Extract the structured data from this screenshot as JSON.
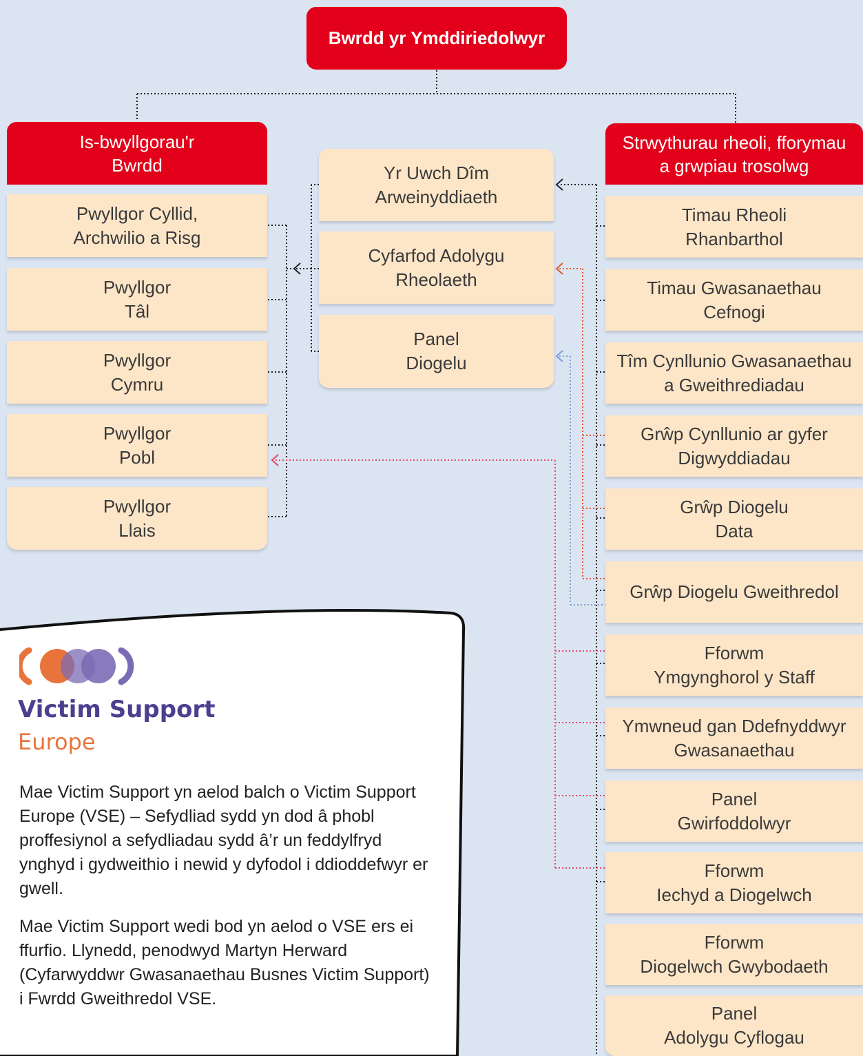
{
  "root": "Bwrdd yr Ymddiriedolwyr",
  "left_header": "Is-bwyllgorau'r\nBwrdd",
  "left_items": [
    "Pwyllgor Cyllid,\nArchwilio a Risg",
    "Pwyllgor\nTâl",
    "Pwyllgor\nCymru",
    "Pwyllgor\nPobl",
    "Pwyllgor\nLlais"
  ],
  "middle_items": [
    "Yr Uwch Dîm\nArweinyddiaeth",
    "Cyfarfod Adolygu\nRheolaeth",
    "Panel\nDiogelu"
  ],
  "right_header": "Strwythurau rheoli, fforymau\na grwpiau trosolwg",
  "right_items": [
    "Timau Rheoli\nRhanbarthol",
    "Timau Gwasanaethau\nCefnogi",
    "Tîm Cynllunio Gwasanaethau\na Gweithrediadau",
    "Grŵp Cynllunio ar gyfer\nDigwyddiadau",
    "Grŵp Diogelu\nData",
    "Grŵp Diogelu Gweithredol",
    "Fforwm\nYmgynghorol y Staff",
    "Ymwneud gan Ddefnyddwyr\nGwasanaethau",
    "Panel\nGwirfoddolwyr",
    "Fforwm\nIechyd a Diogelwch",
    "Fforwm\nDiogelwch Gwybodaeth",
    "Panel\nAdolygu Cyflogau"
  ],
  "vse": {
    "logo_line1": "Victim Support",
    "logo_line2": "Europe",
    "paragraph1": "Mae Victim Support yn aelod balch o Victim Support Europe (VSE) – Sefydliad sydd yn dod â phobl proffesiynol a sefydliadau sydd â’r un feddylfryd ynghyd i gydweithio i newid y dyfodol i ddioddefwyr er gwell.",
    "paragraph2": "Mae Victim Support wedi bod yn aelod o VSE ers ei ffurfio. Llynedd, penodwyd Martyn Herward (Cyfarwyddwr Gwasanaethau Busnes Victim Support) i Fwrdd Gweithredol VSE."
  },
  "colors": {
    "background": "#dbe4f1",
    "header_red": "#e2001a",
    "box_cream": "#fde6c8",
    "connector_black": "#222222",
    "connector_orange": "#e2592d",
    "connector_blue": "#7a9fd6",
    "connector_pink": "#e24a6a",
    "logo_orange": "#e8743b",
    "logo_purple": "#7b6bb5",
    "logo_text_purple": "#4b3f8f",
    "logo_text_orange": "#e8743b"
  }
}
